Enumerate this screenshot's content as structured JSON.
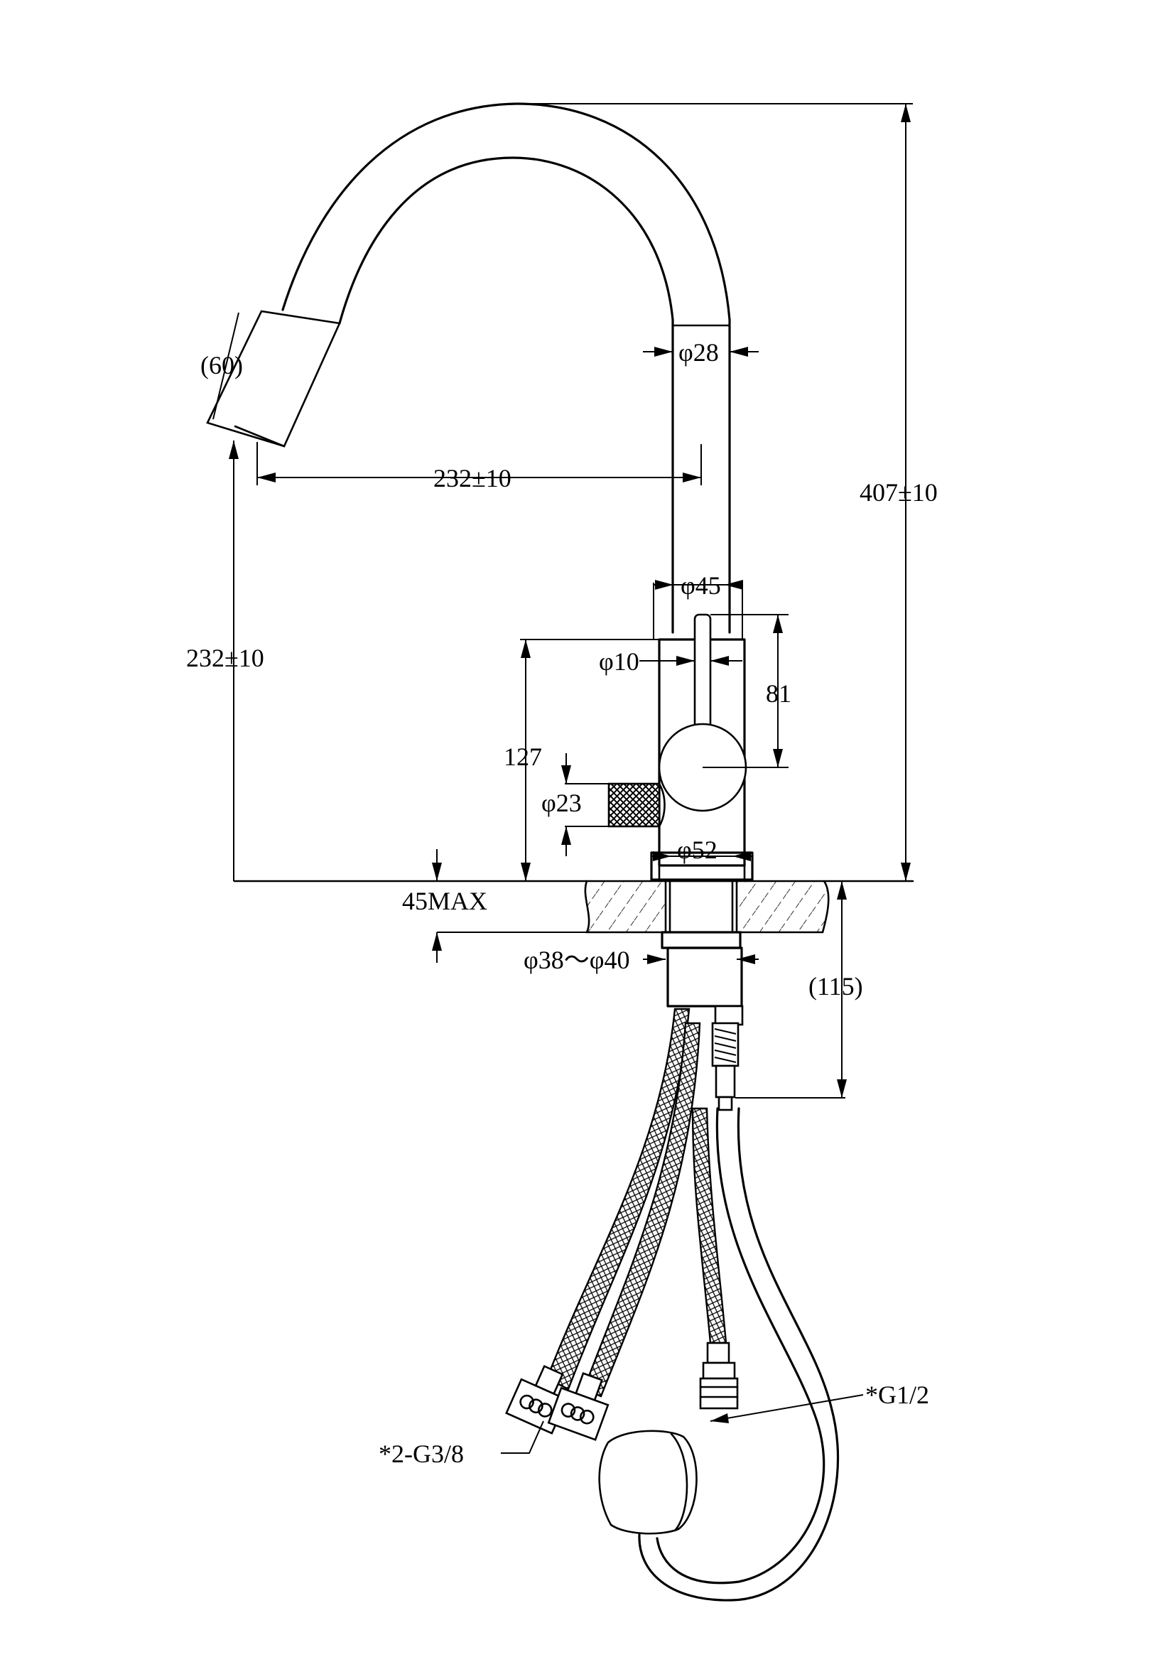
{
  "dimensions": {
    "spout_length": "(60)",
    "spout_tube_diameter": "φ28",
    "spout_reach": "232±10",
    "total_height": "407±10",
    "spray_head_height": "232±10",
    "body_diameter": "φ45",
    "lever_diameter": "φ10",
    "lever_height": "81",
    "body_height": "127",
    "handle_knob_diameter": "φ23",
    "base_diameter": "φ52",
    "max_deck_thickness": "45MAX",
    "hole_diameter": "φ38～φ40",
    "shank_length": "(115)",
    "inlet_connectors": "*2-G3/8",
    "outlet_connector": "*G1/2"
  }
}
